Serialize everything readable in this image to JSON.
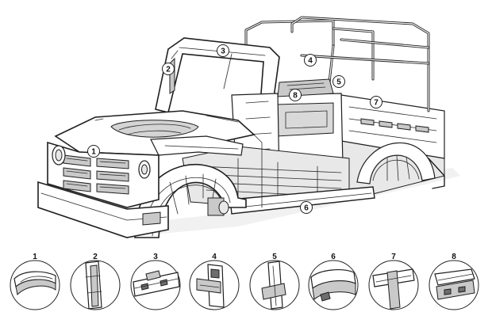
{
  "callouts": [
    "1",
    "2",
    "3",
    "4",
    "5",
    "6",
    "7",
    "8"
  ],
  "details": [
    "1",
    "2",
    "3",
    "4",
    "5",
    "6",
    "7",
    "8"
  ]
}
